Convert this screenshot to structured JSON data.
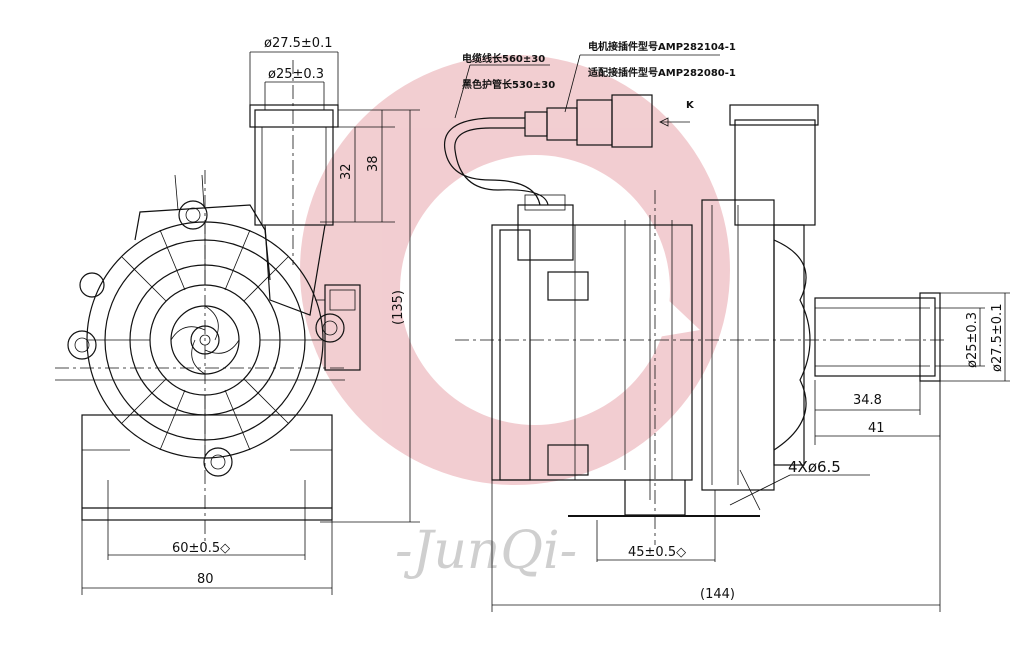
{
  "watermark": {
    "logo_color": "#e8a6ac",
    "text": "-JunQi-"
  },
  "dimensions": {
    "front_outer_tube": "ø27.5±0.1",
    "front_inner_tube": "ø25±0.3",
    "height_32": "32",
    "height_38": "38",
    "height_135": "(135)",
    "base_holes": "60±0.5◇",
    "base_width": "80",
    "side_inner_tube": "ø25±0.3",
    "side_outer_tube": "ø27.5±0.1",
    "len_34_8": "34.8",
    "len_41": "41",
    "holes_spec": "4Xø6.5",
    "side_holes": "45±0.5◇",
    "total_length": "(144)"
  },
  "notes": {
    "cable_length": "电缆线长560±30",
    "sheath_length": "黑色护管长530±30",
    "motor_connector": "电机接插件型号AMP282104-1",
    "mating_connector": "适配接插件型号AMP282080-1",
    "view_k": "K"
  }
}
